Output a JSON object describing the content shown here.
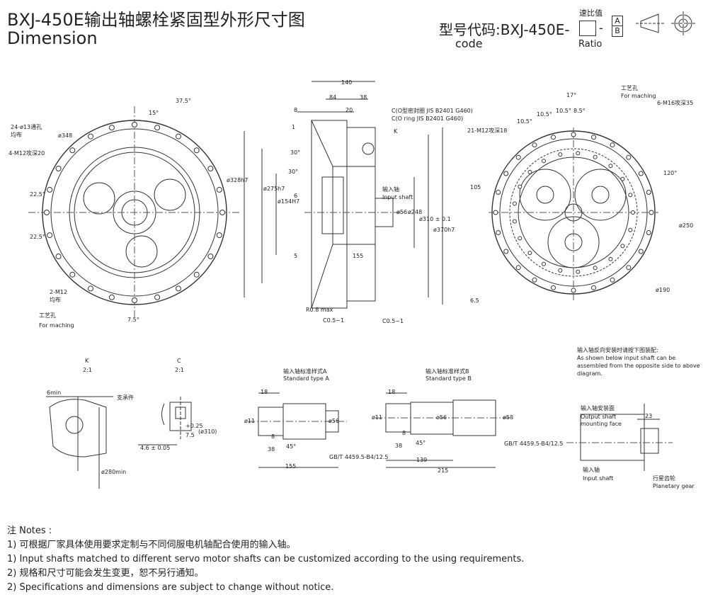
{
  "header": {
    "title_zh": "BXJ-450E输出轴螺栓紧固型外形尺寸图",
    "title_en": "Dimension",
    "model_label": "型号代码:BXJ-450E-",
    "model_code": "code",
    "ratio_zh": "速比值",
    "ratio_en": "Ratio",
    "dash": "-",
    "ab_top": "A",
    "ab_bottom": "B"
  },
  "front_view": {
    "labels": {
      "angle_37": "37.5°",
      "angle_15": "15°",
      "holes_13": "24-ø13通孔",
      "holes_13_even": "均布",
      "pcd_348": "ø348",
      "m12_deep": "4-M12攻深20",
      "angle_225a": "22.5°",
      "angle_225b": "22.5°",
      "m12_2": "2-M12",
      "m12_2_even": "均布",
      "process_hole_zh": "工艺孔",
      "process_hole_en": "For maching",
      "angle_75": "7.5°"
    }
  },
  "side_view": {
    "labels": {
      "d140": "140",
      "d84": "84",
      "d38": "38",
      "d8": "8",
      "d20": "20",
      "d1": "1",
      "d30a": "30°",
      "d30b": "30°",
      "d6": "6",
      "d5": "5",
      "d155": "155",
      "oring_zh": "C(O型密封圈 JIS B2401 G460)",
      "oring_en": "C(O ring JIS B2401 G460)",
      "k": "K",
      "input_zh": "输入轴",
      "input_en": "Input shaft",
      "d328": "ø328h7",
      "d275": "ø275h7",
      "d154": "ø154H7",
      "d56": "ø56",
      "d248": "ø248",
      "d310": "ø310 ± 0.1",
      "d370": "ø370h7",
      "r08": "R0.8 max",
      "c05a": "C0.5~1",
      "c05b": "C0.5~1"
    }
  },
  "back_view": {
    "labels": {
      "angle_17": "17°",
      "angle_105a": "10.5°",
      "angle_105b": "10.5°",
      "angle_85": "8.5°",
      "angle_105c": "10.5°",
      "process_zh": "工艺孔",
      "process_en": "For maching",
      "m16": "6-M16攻深35",
      "m12_18": "21-M12攻深18",
      "angle_120": "120°",
      "d105": "105",
      "d250": "ø250",
      "d190": "ø190",
      "d65": "6.5"
    }
  },
  "detail_k": {
    "labels": {
      "title": "K",
      "scale": "2:1",
      "min6": "6min",
      "support": "支承件",
      "d280": "ø280min"
    }
  },
  "detail_c": {
    "labels": {
      "title": "C",
      "scale": "2:1",
      "d75": "7.5",
      "tol": "+0.25",
      "d310": "(ø310)",
      "d46": "4.6 ± 0.05"
    }
  },
  "shaft_a": {
    "labels": {
      "title_zh": "输入轴标准样式A",
      "title_en": "Standard type A",
      "d18": "18",
      "d11": "ø11",
      "d8": "8",
      "d38": "38",
      "d45": "45°",
      "d56": "ø56",
      "std": "GB/T 4459.5-B4/12.5",
      "d155": "155"
    }
  },
  "shaft_b": {
    "labels": {
      "title_zh": "输入轴标准样式B",
      "title_en": "Standard type B",
      "d18": "18",
      "d11": "ø11",
      "d8": "8",
      "d38": "38",
      "d45": "45°",
      "d56": "ø56",
      "d58": "ø58",
      "std": "GB/T 4459.5-B4/12.5",
      "d139": "139",
      "d215": "215"
    }
  },
  "assembly": {
    "labels": {
      "note_zh": "输入轴反向安装时请按下图装配:",
      "note_en1": "As shown below input shaft can be",
      "note_en2": "assembled from the opposite side to above",
      "note_en3": "diagram.",
      "mount_zh": "输入轴安装面",
      "mount_en1": "Output shaft",
      "mount_en2": "mounting face",
      "d23": "23",
      "input_zh": "输入轴",
      "input_en": "Input shaft",
      "gear_zh": "行星齿轮",
      "gear_en": "Planetary gear"
    }
  },
  "notes": {
    "heading": "注 Notes :",
    "items": [
      "1) 可根据厂家具体使用要求定制与不同伺服电机轴配合使用的输入轴。",
      "1) Input shafts matched to different servo motor shafts can be customized according to the using requirements.",
      "2) 规格和尺寸可能会发生变更，恕不另行通知。",
      "2) Specifications and dimensions are subject to change without notice."
    ]
  }
}
